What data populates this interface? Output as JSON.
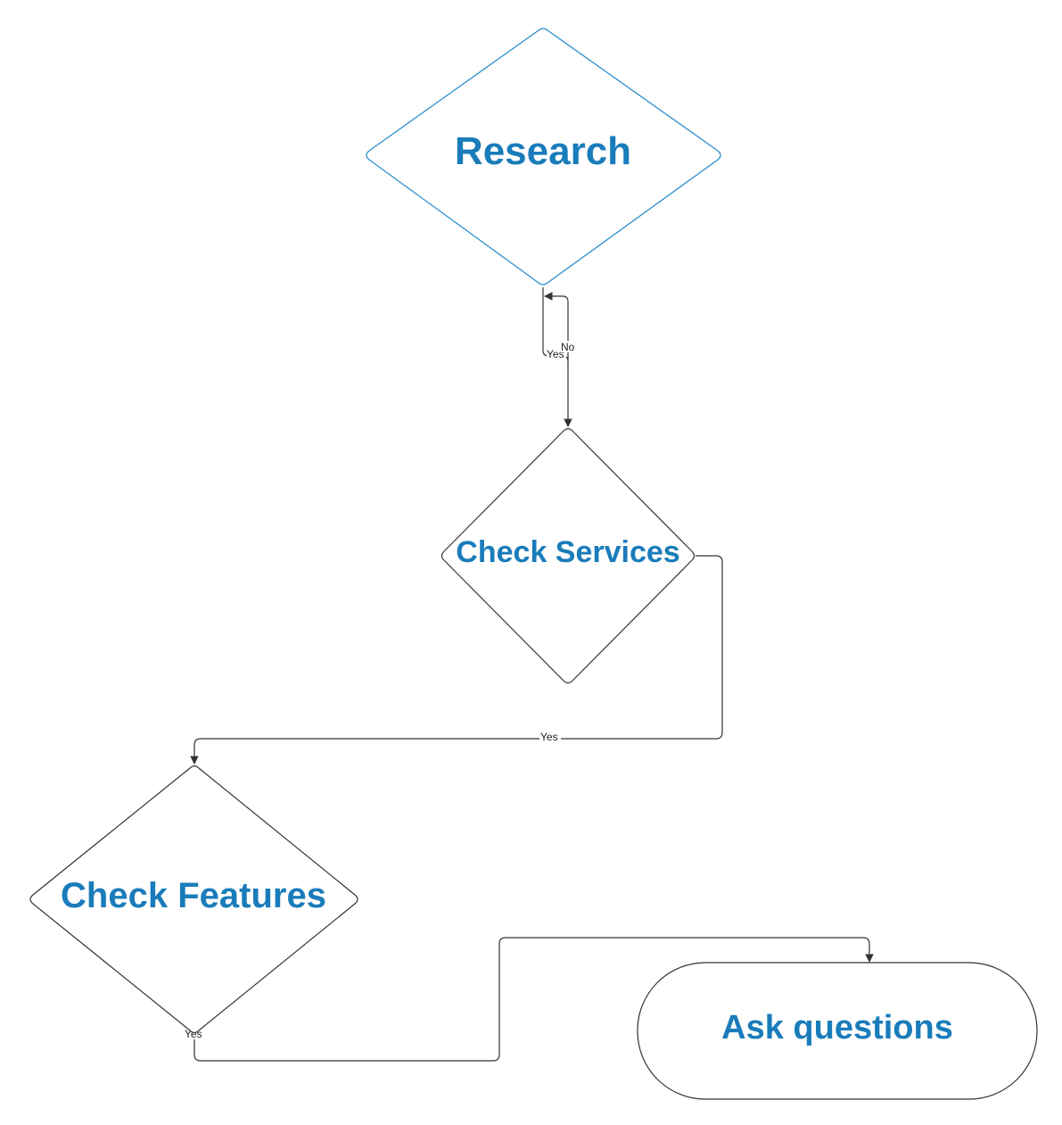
{
  "colors": {
    "accent": "#1a7cba",
    "research_stroke": "#2d8fd0",
    "stroke": "#333333",
    "background": "#ffffff"
  },
  "nodes": {
    "research": {
      "label": "Research",
      "shape": "diamond"
    },
    "check_services": {
      "label": "Check Services",
      "shape": "diamond"
    },
    "check_features": {
      "label": "Check Features",
      "shape": "diamond"
    },
    "ask_questions": {
      "label": "Ask questions",
      "shape": "terminator"
    }
  },
  "edges": {
    "research_to_services": {
      "from": "research",
      "to": "check_services",
      "label": "Yes"
    },
    "loop_back": {
      "from": "check_services",
      "to": "research",
      "label": "No"
    },
    "services_to_features": {
      "from": "check_services",
      "to": "check_features",
      "label": "Yes"
    },
    "features_to_questions": {
      "from": "check_features",
      "to": "ask_questions",
      "label": "Yes"
    }
  }
}
